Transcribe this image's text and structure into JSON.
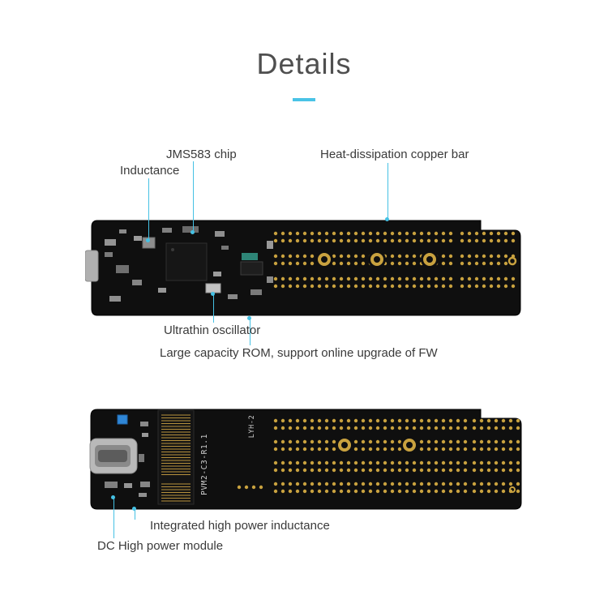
{
  "title": "Details",
  "accent_color": "#49c3e6",
  "callouts": [
    {
      "id": "jms583-chip",
      "label": "JMS583 chip"
    },
    {
      "id": "inductance",
      "label": "Inductance"
    },
    {
      "id": "copper-bar",
      "label": "Heat-dissipation copper bar"
    },
    {
      "id": "oscillator",
      "label": "Ultrathin oscillator"
    },
    {
      "id": "rom",
      "label": "Large capacity ROM, support online upgrade of FW"
    },
    {
      "id": "power-inductance",
      "label": "Integrated high power inductance"
    },
    {
      "id": "dc-module",
      "label": "DC High power module"
    }
  ],
  "boards": {
    "bottom": {
      "silkscreen_model": "PVM2-C3-R1.1",
      "silkscreen_code": "LYH-2"
    }
  }
}
